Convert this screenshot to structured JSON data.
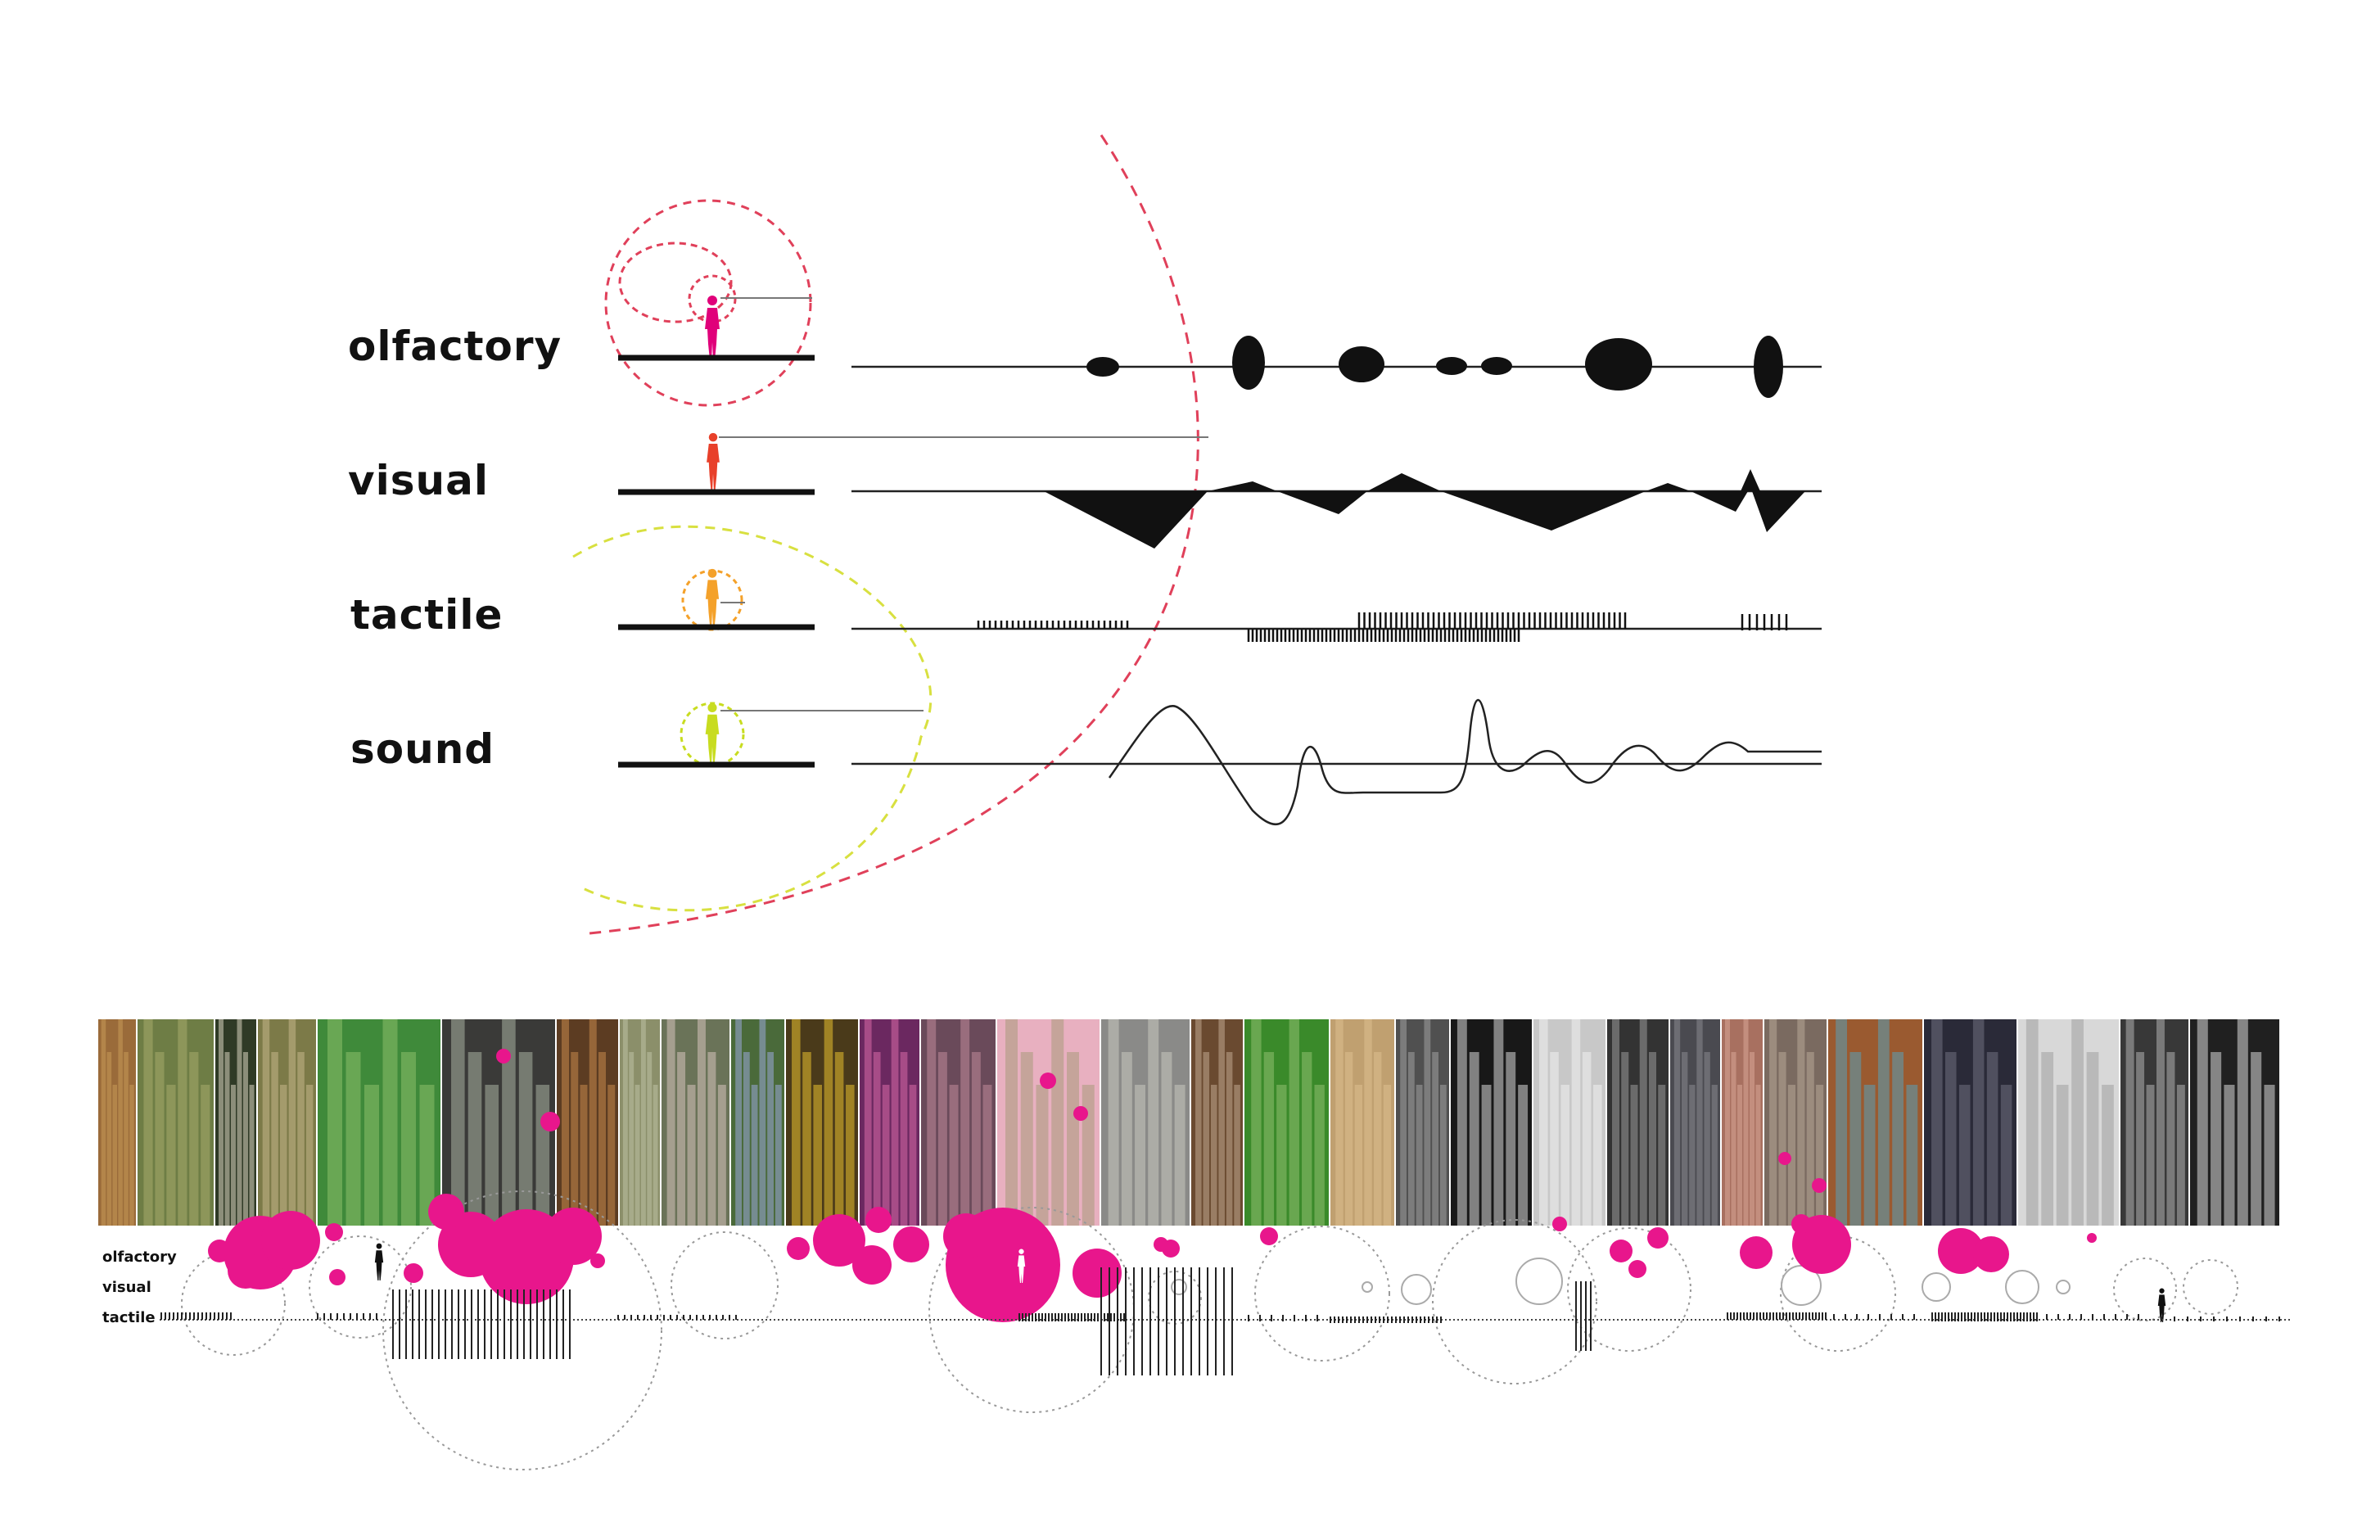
{
  "senses": [
    {
      "label": "olfactory",
      "color": "#e0007a"
    },
    {
      "label": "visual",
      "color": "#e8402a"
    },
    {
      "label": "tactile",
      "color": "#f4a12a"
    },
    {
      "label": "sound",
      "color": "#c8dc20"
    }
  ],
  "strip": {
    "labels": [
      "olfactory",
      "visual",
      "tactile"
    ],
    "accent_color": "#e8168c"
  }
}
